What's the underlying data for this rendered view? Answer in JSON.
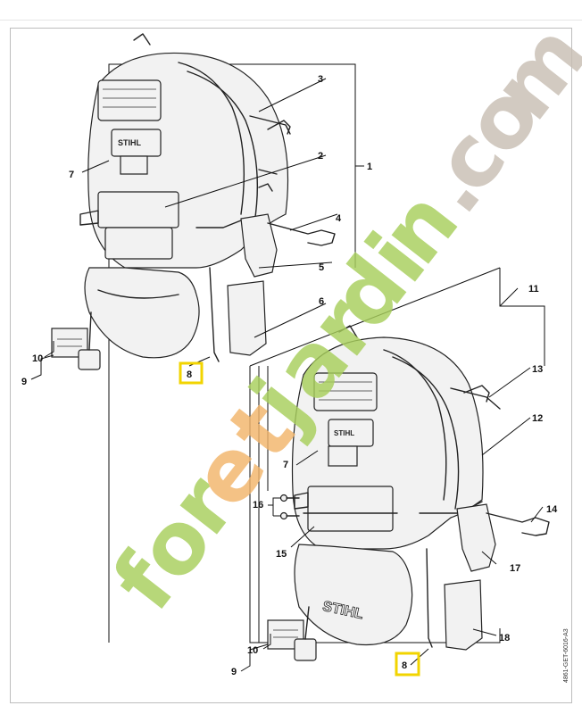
{
  "callouts": {
    "c1": "1",
    "c2": "2",
    "c3": "3",
    "c4": "4",
    "c5": "5",
    "c6": "6",
    "c7a": "7",
    "c8a": "8",
    "c9a": "9",
    "c10a": "10",
    "c11": "11",
    "c12": "12",
    "c13": "13",
    "c14": "14",
    "c15": "15",
    "c16": "16",
    "c17": "17",
    "c18": "18",
    "c7b": "7",
    "c8b": "8",
    "c9b": "9",
    "c10b": "10"
  },
  "brand": {
    "logo1": "STIHL",
    "logo2": "STIHL"
  },
  "doc_ref": "4861-GET-6016-A3",
  "watermark": {
    "text": [
      "fo",
      "r",
      "e",
      "t",
      "j",
      "a",
      "r",
      "d",
      "i",
      "n",
      ".",
      "c",
      "o",
      "m"
    ],
    "color_green": "#a8cf5c",
    "color_orange": "#f2b56b",
    "color_grey": "#c9bfb4"
  },
  "highlight_color": "#f2d400"
}
